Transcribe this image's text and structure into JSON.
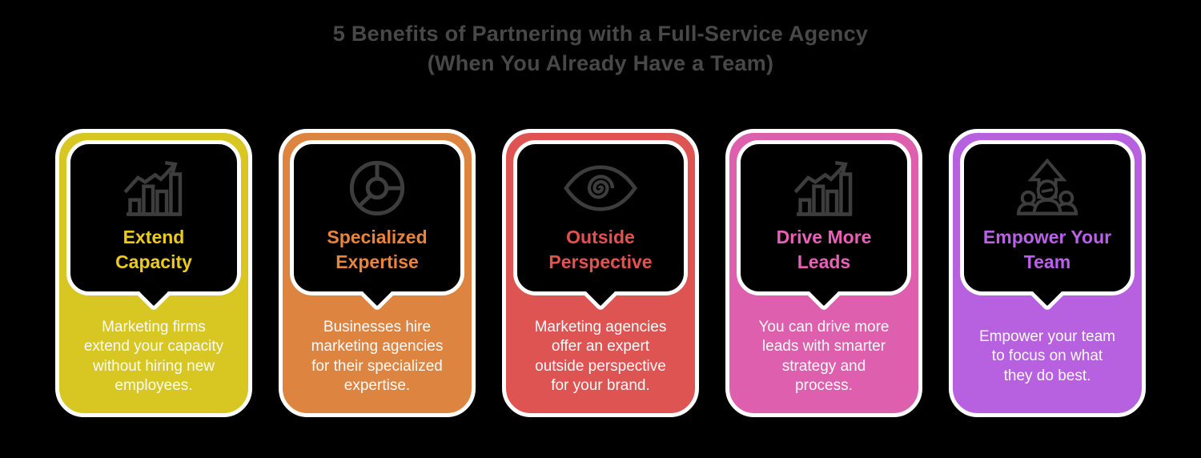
{
  "background_color": "#000000",
  "icon_color": "#3d3d3d",
  "text_color": "#fbfbfb",
  "header": {
    "title": "5 Benefits of Partnering with a Full-Service Agency\n(When You Already Have a Team)",
    "color": "#484848"
  },
  "cards": [
    {
      "icon": "bar-chart-growth-icon",
      "title": "Extend\nCapacity",
      "body": "Marketing firms\nextend your capacity\nwithout hiring new\nemployees.",
      "card_color": "#d8c623",
      "title_color": "#eccb1c"
    },
    {
      "icon": "pie-chart-icon",
      "title": "Specialized\nExpertise",
      "body": "Businesses hire\nmarketing agencies\nfor their specialized\nexpertise.",
      "card_color": "#dd8440",
      "title_color": "#ea8438"
    },
    {
      "icon": "eye-icon",
      "title": "Outside\nPerspective",
      "body": "Marketing agencies\noffer an expert\noutside perspective\nfor your brand.",
      "card_color": "#dd5452",
      "title_color": "#e65150"
    },
    {
      "icon": "bar-chart-growth-icon",
      "title": "Drive More\nLeads",
      "body": "You can drive more\nleads with smarter\nstrategy and\nprocess.",
      "card_color": "#dd5fae",
      "title_color": "#ea5fb8"
    },
    {
      "icon": "team-growth-icon",
      "title": "Empower Your\nTeam",
      "body": "Empower your team\nto focus on what\nthey do best.",
      "card_color": "#b760e0",
      "title_color": "#bb60ea"
    }
  ]
}
